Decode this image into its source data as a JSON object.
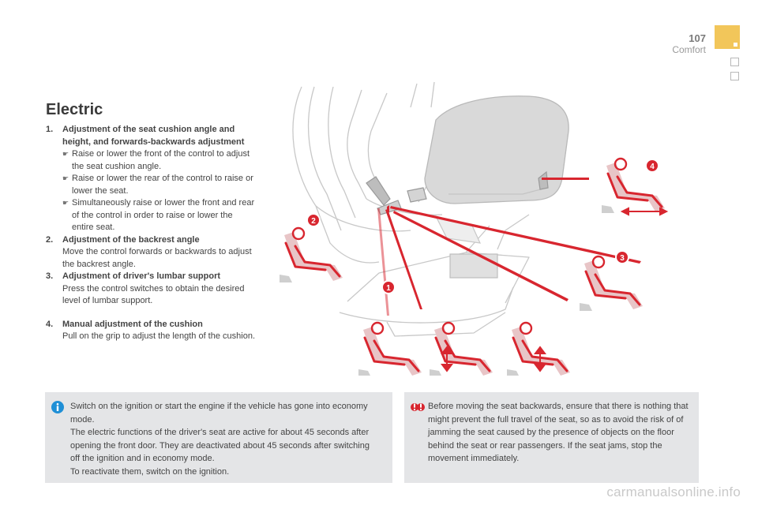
{
  "header": {
    "page_number": "107",
    "section": "Comfort"
  },
  "title": "Electric",
  "steps": [
    {
      "num": "1.",
      "heading": "Adjustment of the seat cushion angle and height, and forwards-backwards adjustment",
      "bullets": [
        "Raise or lower the front of the control to adjust the seat cushion angle.",
        "Raise or lower the rear of the control to raise or lower the seat.",
        "Simultaneously raise or lower the front and rear of the control in order to raise or lower the entire seat."
      ]
    },
    {
      "num": "2.",
      "heading": "Adjustment of the backrest angle",
      "text": "Move the control forwards or backwards to adjust the backrest angle."
    },
    {
      "num": "3.",
      "heading": "Adjustment of driver's lumbar support",
      "text": "Press the control switches to obtain the desired level of lumbar support."
    },
    {
      "num": "4.",
      "heading": "Manual adjustment of the cushion",
      "text": "Pull on the grip to adjust the length of the cushion."
    }
  ],
  "figure": {
    "callouts": [
      "1",
      "2",
      "3",
      "4"
    ]
  },
  "info_note": {
    "lines": [
      "Switch on the ignition or start the engine if the vehicle has gone into economy mode.",
      "The electric functions of the driver's seat are active for about 45 seconds after opening the front door. They are deactivated about 45 seconds after switching off the ignition and in economy mode.",
      "To reactivate them, switch on the ignition."
    ]
  },
  "warning_note": {
    "text": "Before moving the seat backwards, ensure that there is nothing that might prevent the full travel of the seat, so as to avoid the risk of of jamming the seat caused by the presence of objects on the floor behind the seat or rear passengers. If the seat jams, stop the movement immediately."
  },
  "watermark": "carmanualsonline.info",
  "colors": {
    "accent_red": "#d8262f",
    "tab_yellow": "#f2c65a",
    "note_bg": "#e4e5e7",
    "info_blue": "#1f8fd6"
  }
}
